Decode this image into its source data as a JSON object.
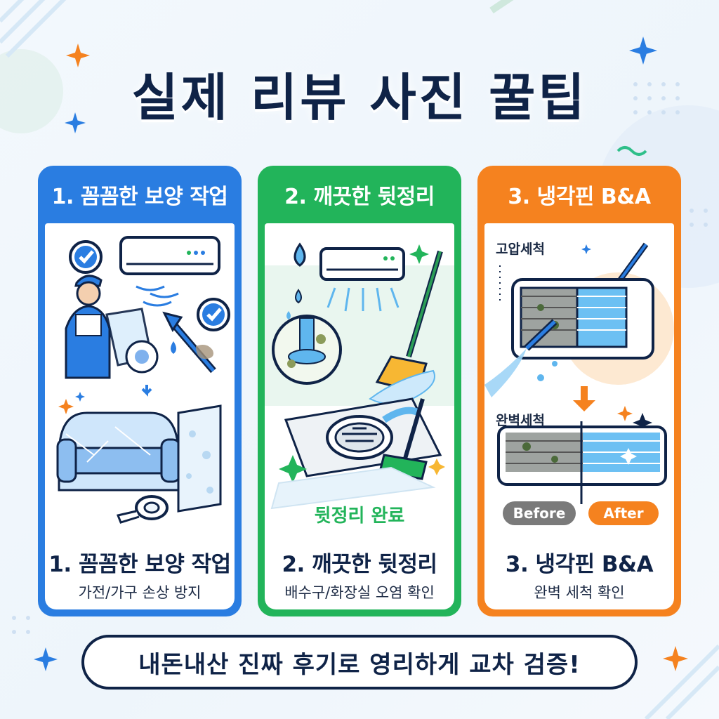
{
  "title": "실제 리뷰 사진 꿀팁",
  "cards": [
    {
      "header": "1. 꼼꼼한 보양 작업",
      "title": "1. 꼼꼼한 보양 작업",
      "subtitle": "가전/가구 손상 방지",
      "color": "#2a7de1"
    },
    {
      "header": "2. 깨끗한 뒷정리",
      "title": "2. 깨끗한 뒷정리",
      "subtitle": "배수구/화장실 오염 확인",
      "color": "#22b45a",
      "caption": "뒷정리 완료"
    },
    {
      "header": "3. 냉각핀 B&A",
      "title": "3. 냉각핀 B&A",
      "subtitle": "완벽 세척 확인",
      "color": "#f5821f",
      "label_top": "고압세척",
      "label_bottom": "완벽세척",
      "before": "Before",
      "after": "After"
    }
  ],
  "banner": "내돈내산 진짜 후기로 영리하게 교차 검증!",
  "icons": [
    "sparkle-icon",
    "check-icon",
    "water-drop-icon",
    "broom-icon",
    "drain-icon",
    "tape-icon",
    "sofa-icon",
    "aircon-icon",
    "spray-gun-icon",
    "down-arrow-icon"
  ]
}
